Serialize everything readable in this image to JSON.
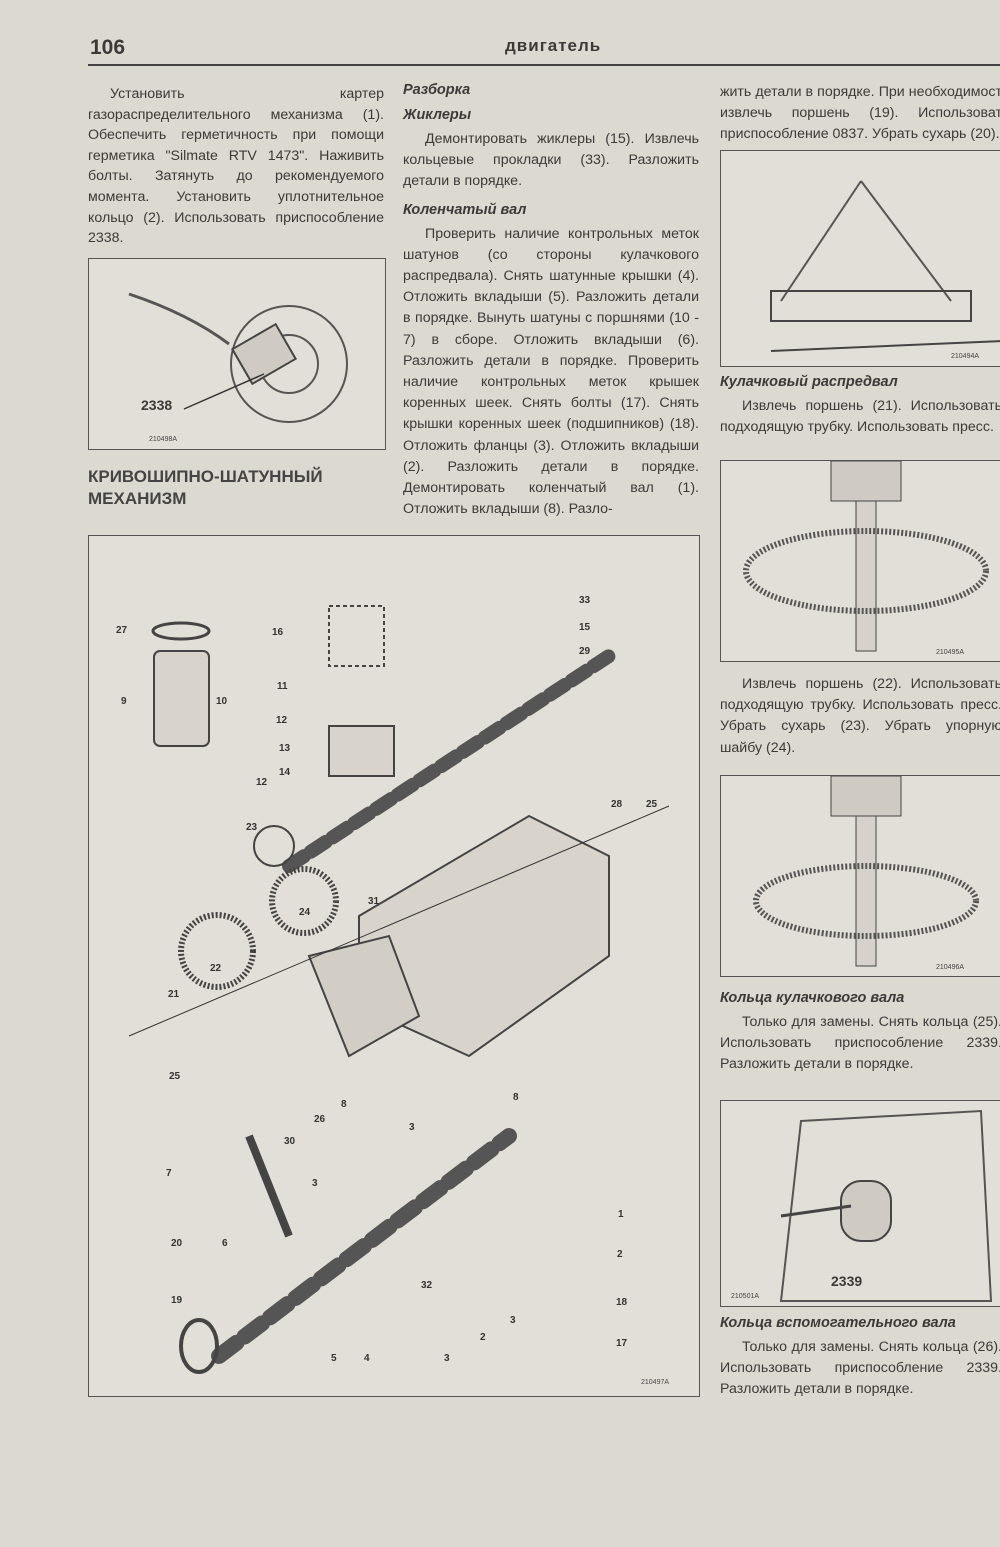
{
  "header": {
    "page_number": "106",
    "section": "двигатель"
  },
  "left_column": {
    "intro": "Установить картер газораспределительного механизма (1). Обеспечить герметичность при помощи герметика \"Silmate RTV 1473\". Наживить болты. Затянуть до рекомендуемого момента. Установить уплотнительное кольцо (2). Использовать приспособление 2338.",
    "figure1": {
      "tool_label": "2338",
      "code": "210498A"
    },
    "section_title": "КРИВОШИПНО-ШАТУННЫЙ МЕХАНИЗМ"
  },
  "middle_column": {
    "heading_disassembly": "Разборка",
    "heading_jets": "Жиклеры",
    "jets_text": "Демонтировать жиклеры (15). Извлечь кольцевые прокладки (33). Разложить детали в порядке.",
    "heading_crankshaft": "Коленчатый вал",
    "crankshaft_text": "Проверить наличие контрольных меток шатунов (со стороны кулачкового распредвала). Снять шатунные крышки (4). Отложить вкладыши (5). Разложить детали в порядке. Вынуть шатуны с поршнями (10 - 7) в сборе. Отложить вкладыши (6). Разложить детали в порядке. Проверить наличие контрольных меток крышек коренных шеек. Снять болты (17). Снять крышки коренных шеек (подшипников) (18). Отложить фланцы (3). Отложить вкладыши (2). Разложить детали в порядке. Демонтировать коленчатый вал (1). Отложить вкладыши (8). Разло-"
  },
  "right_column": {
    "continuation": "жить детали в порядке. При необходимост извлечь поршень (19). Использоват приспособление 0837. Убрать сухарь (20).",
    "heading_camshaft": "Кулачковый распредвал",
    "camshaft_text1": "Извлечь поршень (21). Использовать подходящую трубку. Использовать пресс.",
    "camshaft_text2": "Извлечь поршень (22). Использовать подходящую трубку. Использовать пресс. Убрать сухарь (23). Убрать упорную шайбу (24).",
    "heading_cam_rings": "Кольца кулачкового вала",
    "cam_rings_text": "Только для замены. Снять кольца (25). Использовать приспособление 2339. Разложить детали в порядке.",
    "heading_aux_rings": "Кольца вспомогательного вала",
    "aux_rings_text": "Только для замены. Снять кольца (26). Использовать приспособление 2339. Разложить детали в порядке.",
    "figure_tool_label": "2339",
    "figure_codes": [
      "210494A",
      "210495A",
      "210496A",
      "210501A"
    ]
  },
  "exploded_view": {
    "code": "210497A",
    "callouts": [
      "33",
      "15",
      "29",
      "27",
      "16",
      "11",
      "9",
      "10",
      "12",
      "13",
      "14",
      "12",
      "28",
      "25",
      "23",
      "31",
      "24",
      "22",
      "21",
      "25",
      "26",
      "8",
      "3",
      "8",
      "30",
      "7",
      "3",
      "1",
      "6",
      "20",
      "2",
      "19",
      "32",
      "18",
      "3",
      "2",
      "5",
      "4",
      "3",
      "17"
    ]
  }
}
